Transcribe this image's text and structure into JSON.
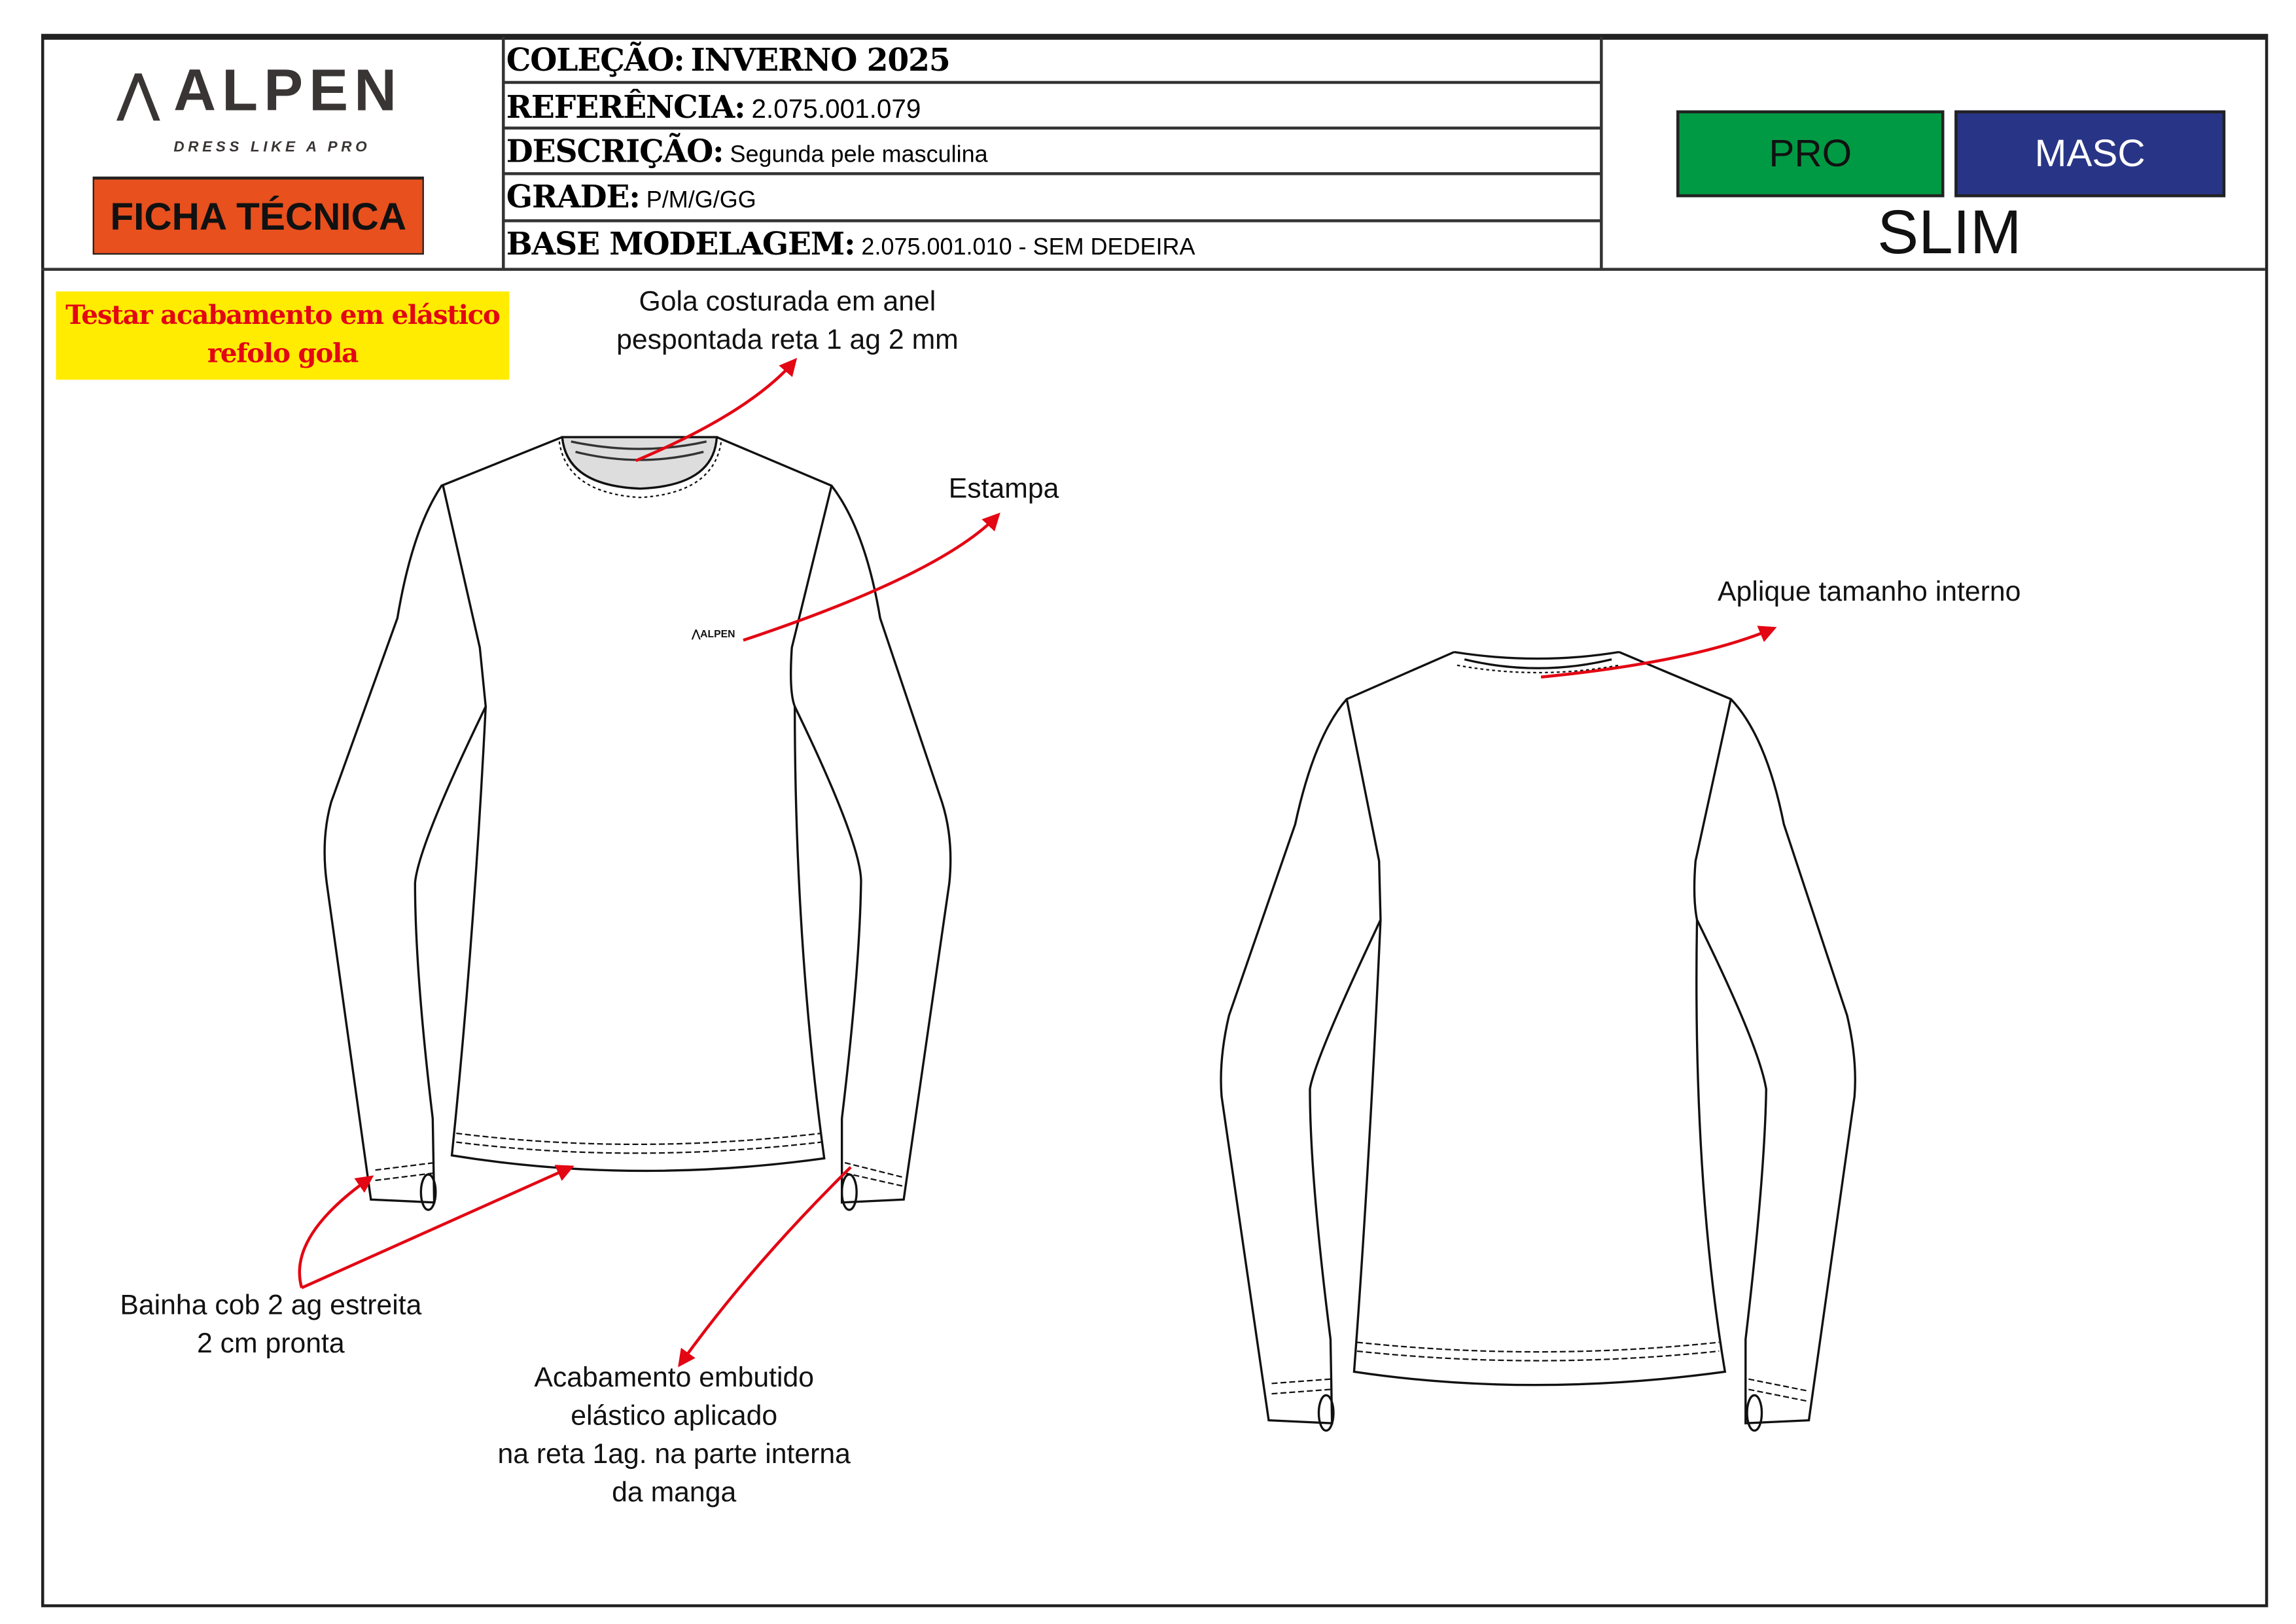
{
  "header": {
    "logo_text": "ALPEN",
    "tagline": "DRESS LIKE A PRO",
    "doc_type": "FICHA TÉCNICA",
    "fields": [
      {
        "label": "COLEÇÃO:",
        "value": "INVERNO 2025"
      },
      {
        "label": "REFERÊNCIA:",
        "value": "2.075.001.079"
      },
      {
        "label": "DESCRIÇÃO:",
        "value": "Segunda pele masculina"
      },
      {
        "label": "GRADE:",
        "value": "P/M/G/GG"
      },
      {
        "label": "BASE MODELAGEM:",
        "value": "2.075.001.010 - SEM DEDEIRA"
      }
    ],
    "tags": [
      {
        "label": "PRO",
        "color": "#009a44"
      },
      {
        "label": "MASC",
        "color": "#283587"
      }
    ],
    "fit": "SLIM"
  },
  "note": {
    "line1": "Testar acabamento em elástico",
    "line2": "refolo gola"
  },
  "annotations": {
    "collar": [
      "Gola costurada em anel",
      "pespontada reta 1 ag 2 mm"
    ],
    "print": "Estampa",
    "size_label": "Aplique tamanho interno",
    "hem": [
      "Bainha cob 2 ag estreita",
      "2 cm pronta"
    ],
    "cuff": [
      "Acabamento embutido",
      "elástico aplicado",
      "na reta 1ag. na parte interna",
      "da manga"
    ]
  },
  "chest_logo": "ALPEN",
  "colors": {
    "accent_orange": "#e8501e",
    "arrow_red": "#e30613",
    "note_yellow": "#ffec00"
  }
}
